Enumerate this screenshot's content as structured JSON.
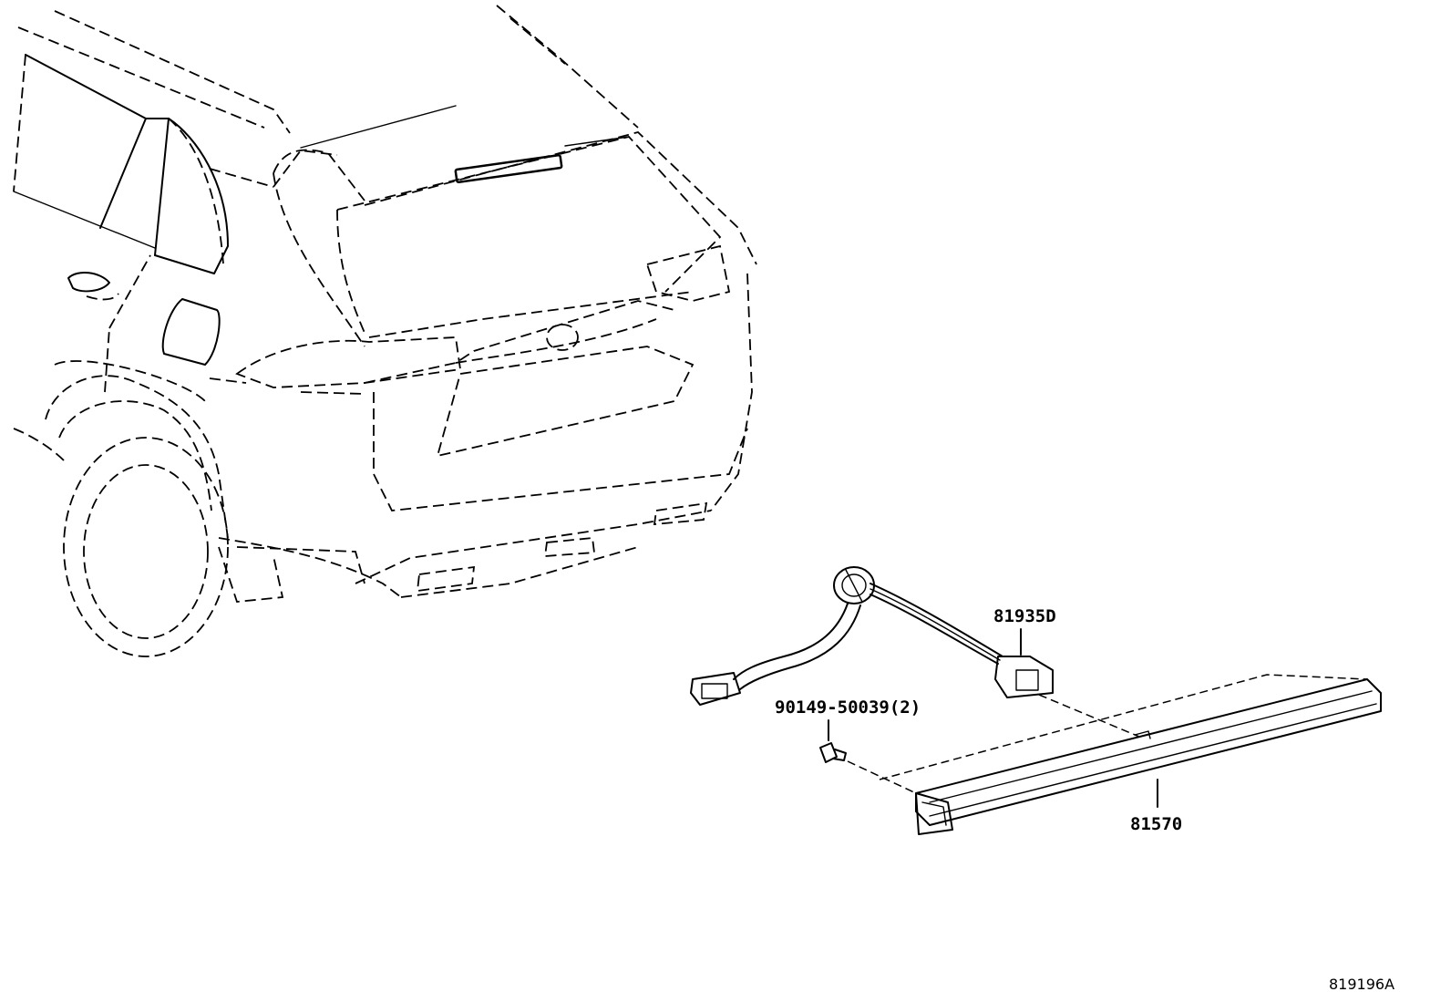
{
  "diagram": {
    "drawing_code": "819196A",
    "parts": [
      {
        "id": "wire",
        "label": "81935D"
      },
      {
        "id": "screw",
        "label": "90149-50039(2)"
      },
      {
        "id": "lamp",
        "label": "81570"
      }
    ]
  }
}
